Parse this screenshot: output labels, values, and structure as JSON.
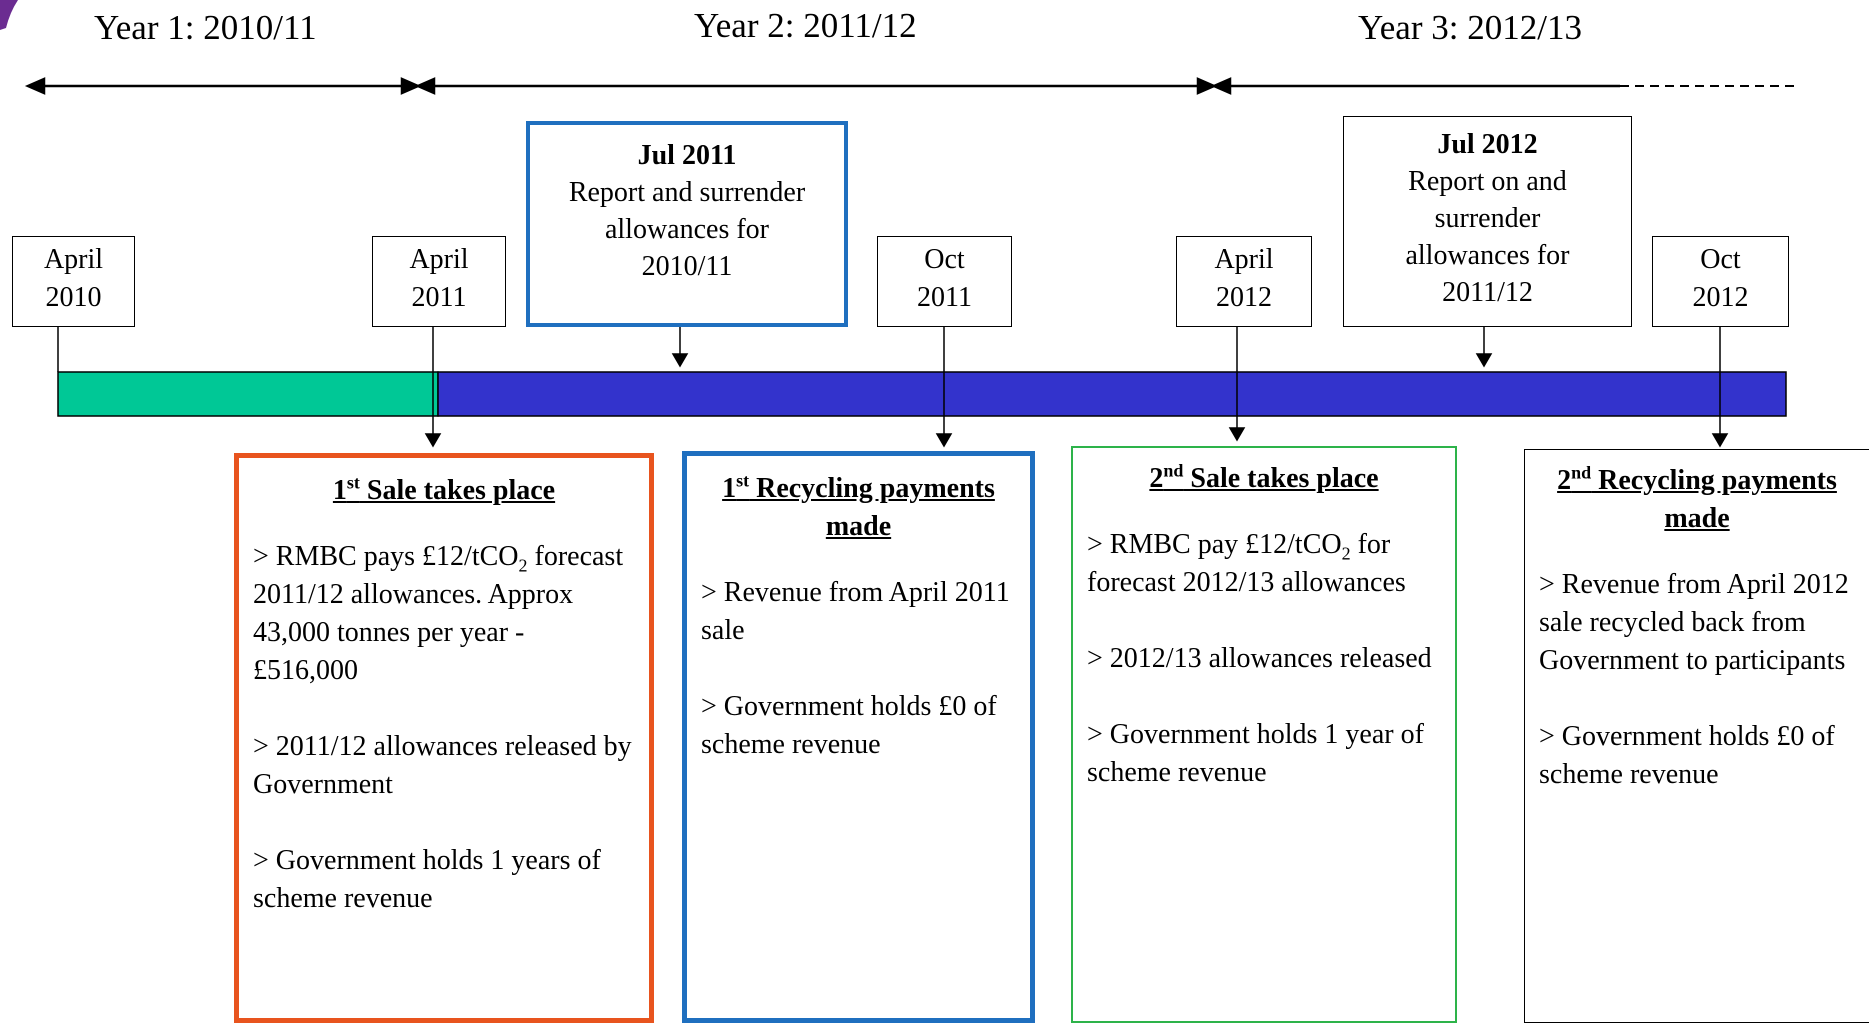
{
  "years": [
    "Year 1: 2010/11",
    "Year 2: 2011/12",
    "Year 3: 2012/13"
  ],
  "dates": {
    "apr2010": [
      "April",
      "2010"
    ],
    "apr2011": [
      "April",
      "2011"
    ],
    "oct2011": [
      "Oct",
      "2011"
    ],
    "apr2012": [
      "April",
      "2012"
    ],
    "oct2012": [
      "Oct",
      "2012"
    ]
  },
  "events": {
    "jul2011": {
      "title": "Jul 2011",
      "lines": [
        "Report and surrender",
        "allowances for",
        "2010/11"
      ]
    },
    "jul2012": {
      "title": "Jul 2012",
      "lines": [
        "Report on and",
        "surrender",
        "allowances for",
        "2011/12"
      ]
    }
  },
  "cards": {
    "sale1": {
      "ord": "1",
      "sup": "st",
      "heading": " Sale takes place",
      "p1a": "> RMBC pays £12/tCO",
      "p1sub": "2",
      "p1b": " forecast 2011/12  allowances. Approx 43,000 tonnes per year - £516,000",
      "p2": "> 2011/12  allowances released by Government",
      "p3": "> Government holds 1 years of scheme revenue"
    },
    "recycle1": {
      "ord": "1",
      "sup": "st",
      "heading": " Recycling payments made",
      "p1": "> Revenue from April 2011 sale",
      "p2": "> Government holds £0 of scheme revenue"
    },
    "sale2": {
      "ord": "2",
      "sup": "nd",
      "heading": " Sale takes place",
      "p1a": "> RMBC pay £12/tCO",
      "p1sub": "2",
      "p1b": " for forecast 2012/13 allowances",
      "p2": "> 2012/13 allowances released",
      "p3": "> Government holds 1 year of scheme revenue"
    },
    "recycle2": {
      "ord": "2",
      "sup": "nd",
      "heading": " Recycling payments made",
      "p1": "> Revenue from April 2012 sale recycled  back from  Government to participants",
      "p2": "> Government holds £0 of scheme revenue"
    }
  },
  "colors": {
    "bar_year1": "#00c896",
    "bar_years23": "#3333cc",
    "border_sale1": "#e8541e",
    "border_recycle1": "#1f6fbf",
    "border_sale2": "#2db34a",
    "border_recycle2": "#000000",
    "border_jul2011": "#1f6fbf",
    "accent_bottom_right": "#f0a800",
    "accent_top_left": "#6b2c91"
  }
}
